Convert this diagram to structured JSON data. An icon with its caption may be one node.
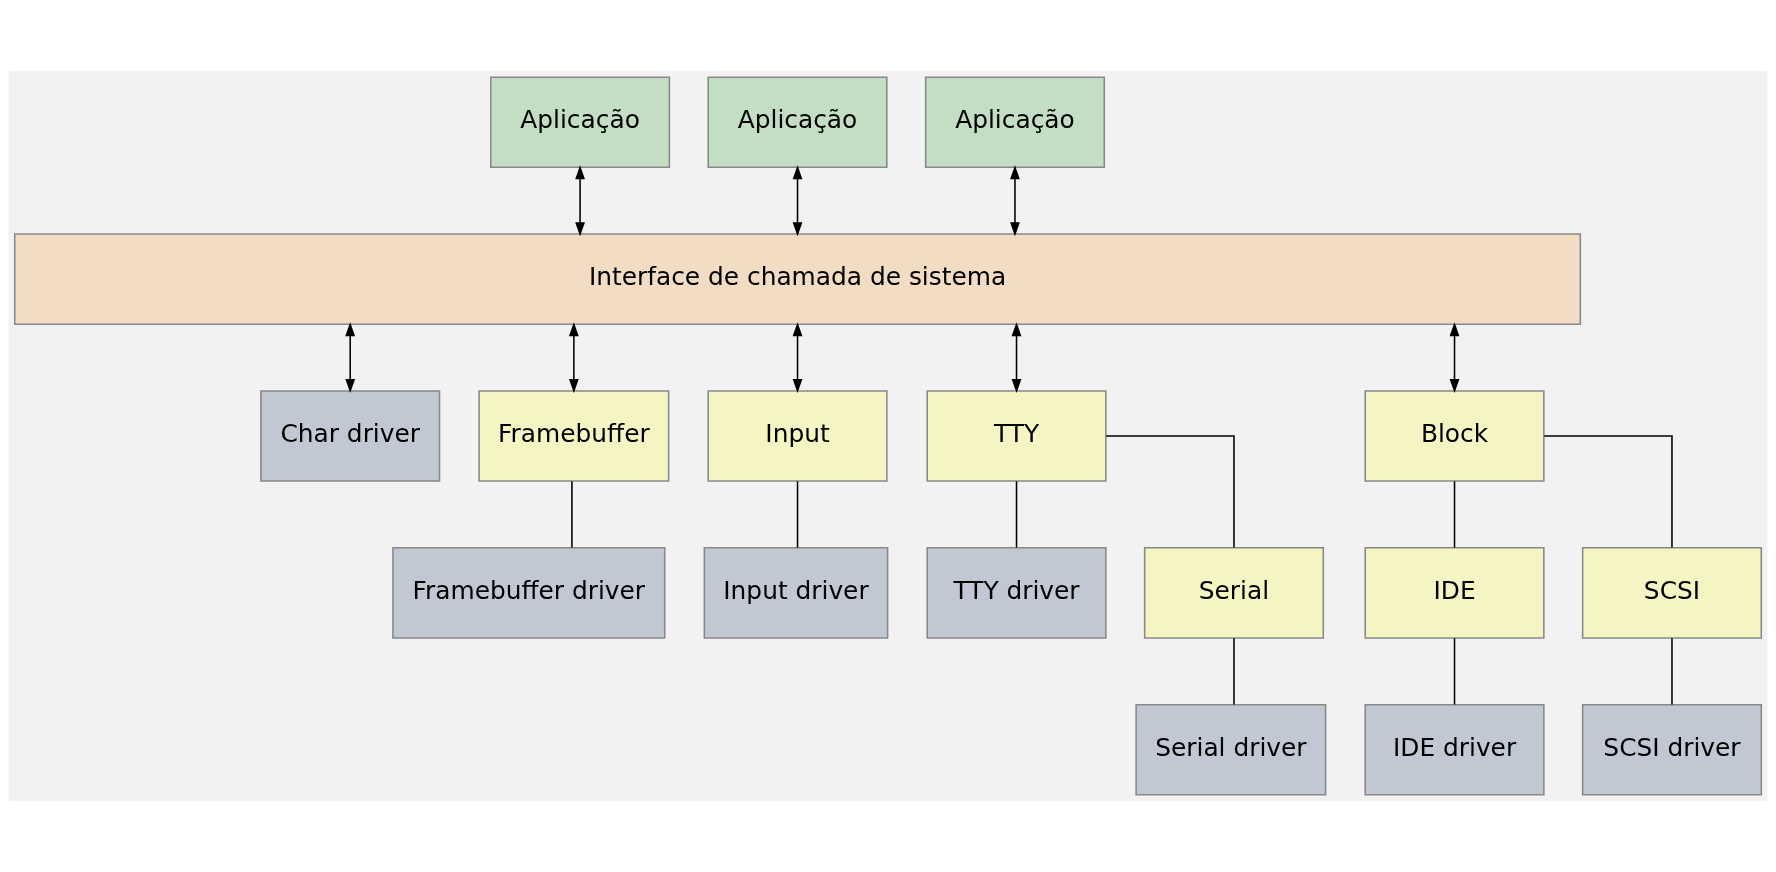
{
  "diagram": {
    "nodes": [
      {
        "text": [
          "Aplicação"
        ]
      },
      {
        "text": [
          "Aplicação"
        ]
      },
      {
        "text": [
          "Aplicação"
        ]
      },
      {
        "text": [
          "Interface de chamada de sistema"
        ]
      },
      {
        "text": [
          "Char driver"
        ]
      },
      {
        "text": [
          "Framebuffer"
        ]
      },
      {
        "text": [
          "Input"
        ]
      },
      {
        "text": [
          "TTY"
        ]
      },
      {
        "text": [
          "Block"
        ]
      },
      {
        "text": [
          "Framebuffer driver"
        ]
      },
      {
        "text": [
          "Input driver"
        ]
      },
      {
        "text": [
          "TTY driver"
        ]
      },
      {
        "text": [
          "Serial"
        ]
      },
      {
        "text": [
          "IDE"
        ]
      },
      {
        "text": [
          "SCSI"
        ]
      },
      {
        "text": [
          "Serial driver"
        ]
      },
      {
        "text": [
          "IDE driver"
        ]
      },
      {
        "text": [
          "SCSI driver"
        ]
      }
    ],
    "edges": [
      {
        "from": 0,
        "to": 3,
        "arrow": "both"
      },
      {
        "from": 1,
        "to": 3,
        "arrow": "both"
      },
      {
        "from": 2,
        "to": 3,
        "arrow": "both"
      },
      {
        "from": 3,
        "to": 4,
        "arrow": "both"
      },
      {
        "from": 3,
        "to": 5,
        "arrow": "both"
      },
      {
        "from": 3,
        "to": 6,
        "arrow": "both"
      },
      {
        "from": 3,
        "to": 7,
        "arrow": "both"
      },
      {
        "from": 3,
        "to": 8,
        "arrow": "both"
      },
      {
        "from": 5,
        "to": 9,
        "arrow": "none"
      },
      {
        "from": 6,
        "to": 10,
        "arrow": "none"
      },
      {
        "from": 7,
        "to": 11,
        "arrow": "none"
      },
      {
        "from": 7,
        "to": 12,
        "arrow": "none"
      },
      {
        "from": 8,
        "to": 13,
        "arrow": "none"
      },
      {
        "from": 8,
        "to": 14,
        "arrow": "none"
      },
      {
        "from": 12,
        "to": 15,
        "arrow": "none"
      },
      {
        "from": 13,
        "to": 16,
        "arrow": "none"
      },
      {
        "from": 14,
        "to": 17,
        "arrow": "none"
      }
    ]
  }
}
